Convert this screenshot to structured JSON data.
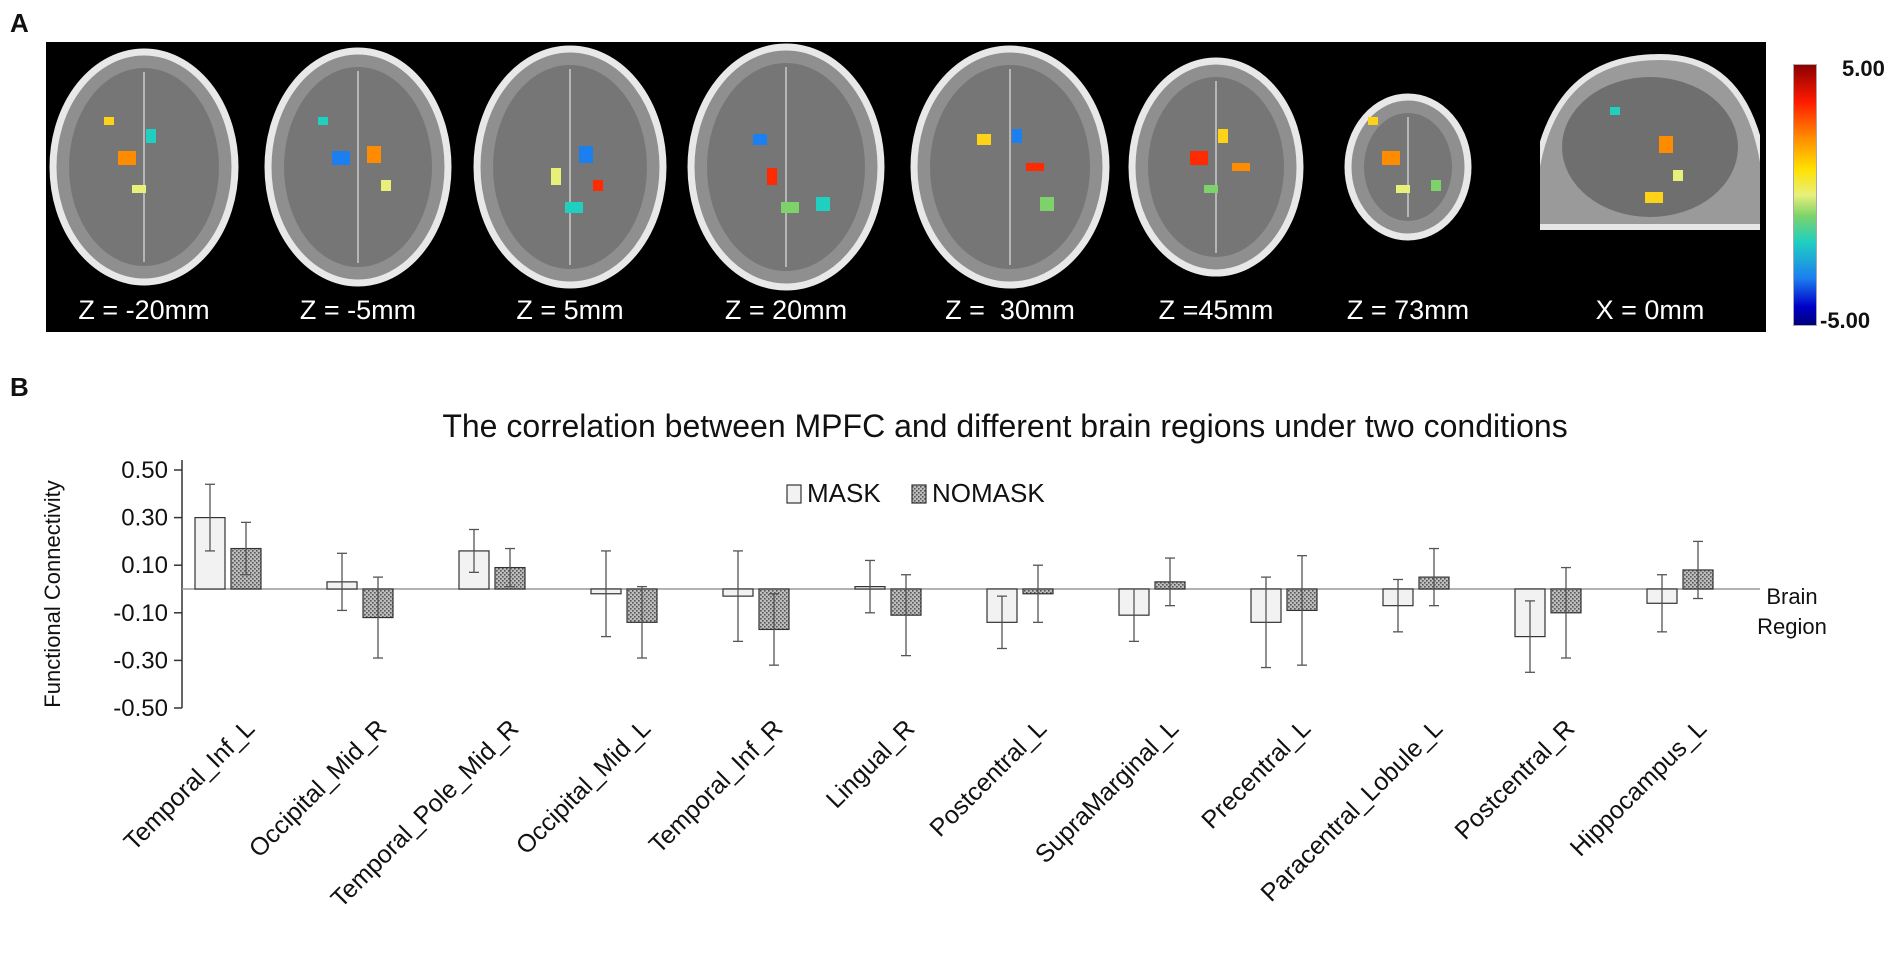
{
  "panel_a": {
    "letter": "A",
    "slices": [
      {
        "label": "Z = -20mm",
        "kind": "axial"
      },
      {
        "label": "Z = -5mm",
        "kind": "axial"
      },
      {
        "label": "Z = 5mm",
        "kind": "axial"
      },
      {
        "label": "Z = 20mm",
        "kind": "axial"
      },
      {
        "label": "Z =  30mm",
        "kind": "axial"
      },
      {
        "label": "Z =45mm",
        "kind": "axial"
      },
      {
        "label": "Z = 73mm",
        "kind": "axial"
      },
      {
        "label": "X = 0mm",
        "kind": "sagittal"
      }
    ],
    "colorbar": {
      "max_label": "5.00",
      "min_label": "-5.00",
      "range": [
        -5.0,
        5.0
      ]
    }
  },
  "panel_b": {
    "letter": "B"
  },
  "chart_data": {
    "type": "bar",
    "title": "The correlation between MPFC and different brain regions under two conditions",
    "xlabel": "Brain Region",
    "ylabel": "Functional Connectivity",
    "ylim": [
      -0.5,
      0.5
    ],
    "yticks": [
      "0.50",
      "0.30",
      "0.10",
      "-0.10",
      "-0.30",
      "-0.50"
    ],
    "ytick_values": [
      0.5,
      0.3,
      0.1,
      -0.1,
      -0.3,
      -0.5
    ],
    "grid": false,
    "legend_position": "top-center",
    "categories": [
      "Temporal_Inf_L",
      "Occipital_Mid_R",
      "Temporal_Pole_Mid_R",
      "Occipital_Mid_L",
      "Temporal_Inf_R",
      "Lingual_R",
      "Postcentral_L",
      "SupraMarginal_L",
      "Precentral_L",
      "Paracentral_Lobule_L",
      "Postcentral_R",
      "Hippocampus_L"
    ],
    "series": [
      {
        "name": "MASK",
        "color": "#f2f2f2",
        "pattern": "plain",
        "values": [
          0.3,
          0.03,
          0.16,
          -0.02,
          -0.03,
          0.01,
          -0.14,
          -0.11,
          -0.14,
          -0.07,
          -0.2,
          -0.06
        ],
        "errors": [
          0.14,
          0.12,
          0.09,
          0.18,
          0.19,
          0.11,
          0.11,
          0.11,
          0.19,
          0.11,
          0.15,
          0.12
        ]
      },
      {
        "name": "NOMASK",
        "color": "#9a9a9a",
        "pattern": "dotted",
        "values": [
          0.17,
          -0.12,
          0.09,
          -0.14,
          -0.17,
          -0.11,
          -0.02,
          0.03,
          -0.09,
          0.05,
          -0.1,
          0.08
        ],
        "errors": [
          0.11,
          0.17,
          0.08,
          0.15,
          0.15,
          0.17,
          0.12,
          0.1,
          0.23,
          0.12,
          0.19,
          0.12
        ]
      }
    ]
  }
}
